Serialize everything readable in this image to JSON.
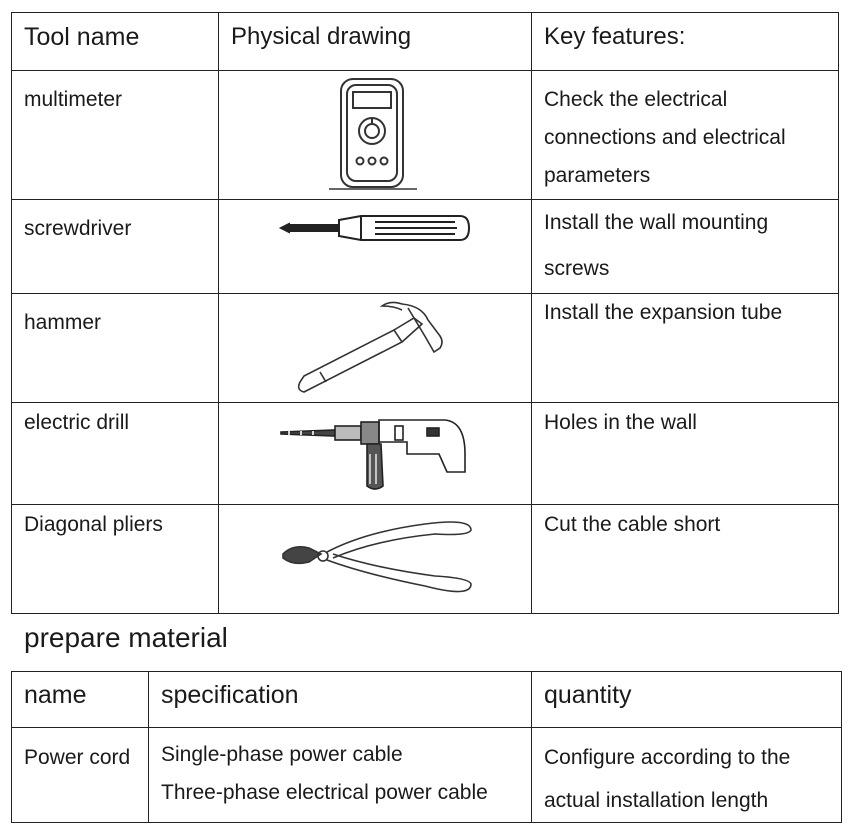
{
  "tools_table": {
    "headers": [
      "Tool name",
      "Physical drawing",
      "Key features:"
    ],
    "rows": [
      {
        "name": "multimeter",
        "icon": "multimeter-icon",
        "feature": "Check the electrical connections and electrical parameters"
      },
      {
        "name": "screwdriver",
        "icon": "screwdriver-icon",
        "feature": "Install the wall mounting screws"
      },
      {
        "name": "hammer",
        "icon": "hammer-icon",
        "feature": "Install the expansion tube"
      },
      {
        "name": "electric drill",
        "icon": "electric-drill-icon",
        "feature": "Holes in the wall"
      },
      {
        "name": "Diagonal pliers",
        "icon": "diagonal-pliers-icon",
        "feature": "Cut the cable short"
      }
    ]
  },
  "prepare_title": "prepare material",
  "materials_table": {
    "headers": [
      "name",
      "specification",
      "quantity"
    ],
    "rows": [
      {
        "name": "Power cord",
        "spec_1": "Single-phase power cable",
        "spec_2": "Three-phase electrical power cable",
        "quantity": "Configure according to the actual installation length"
      }
    ]
  }
}
